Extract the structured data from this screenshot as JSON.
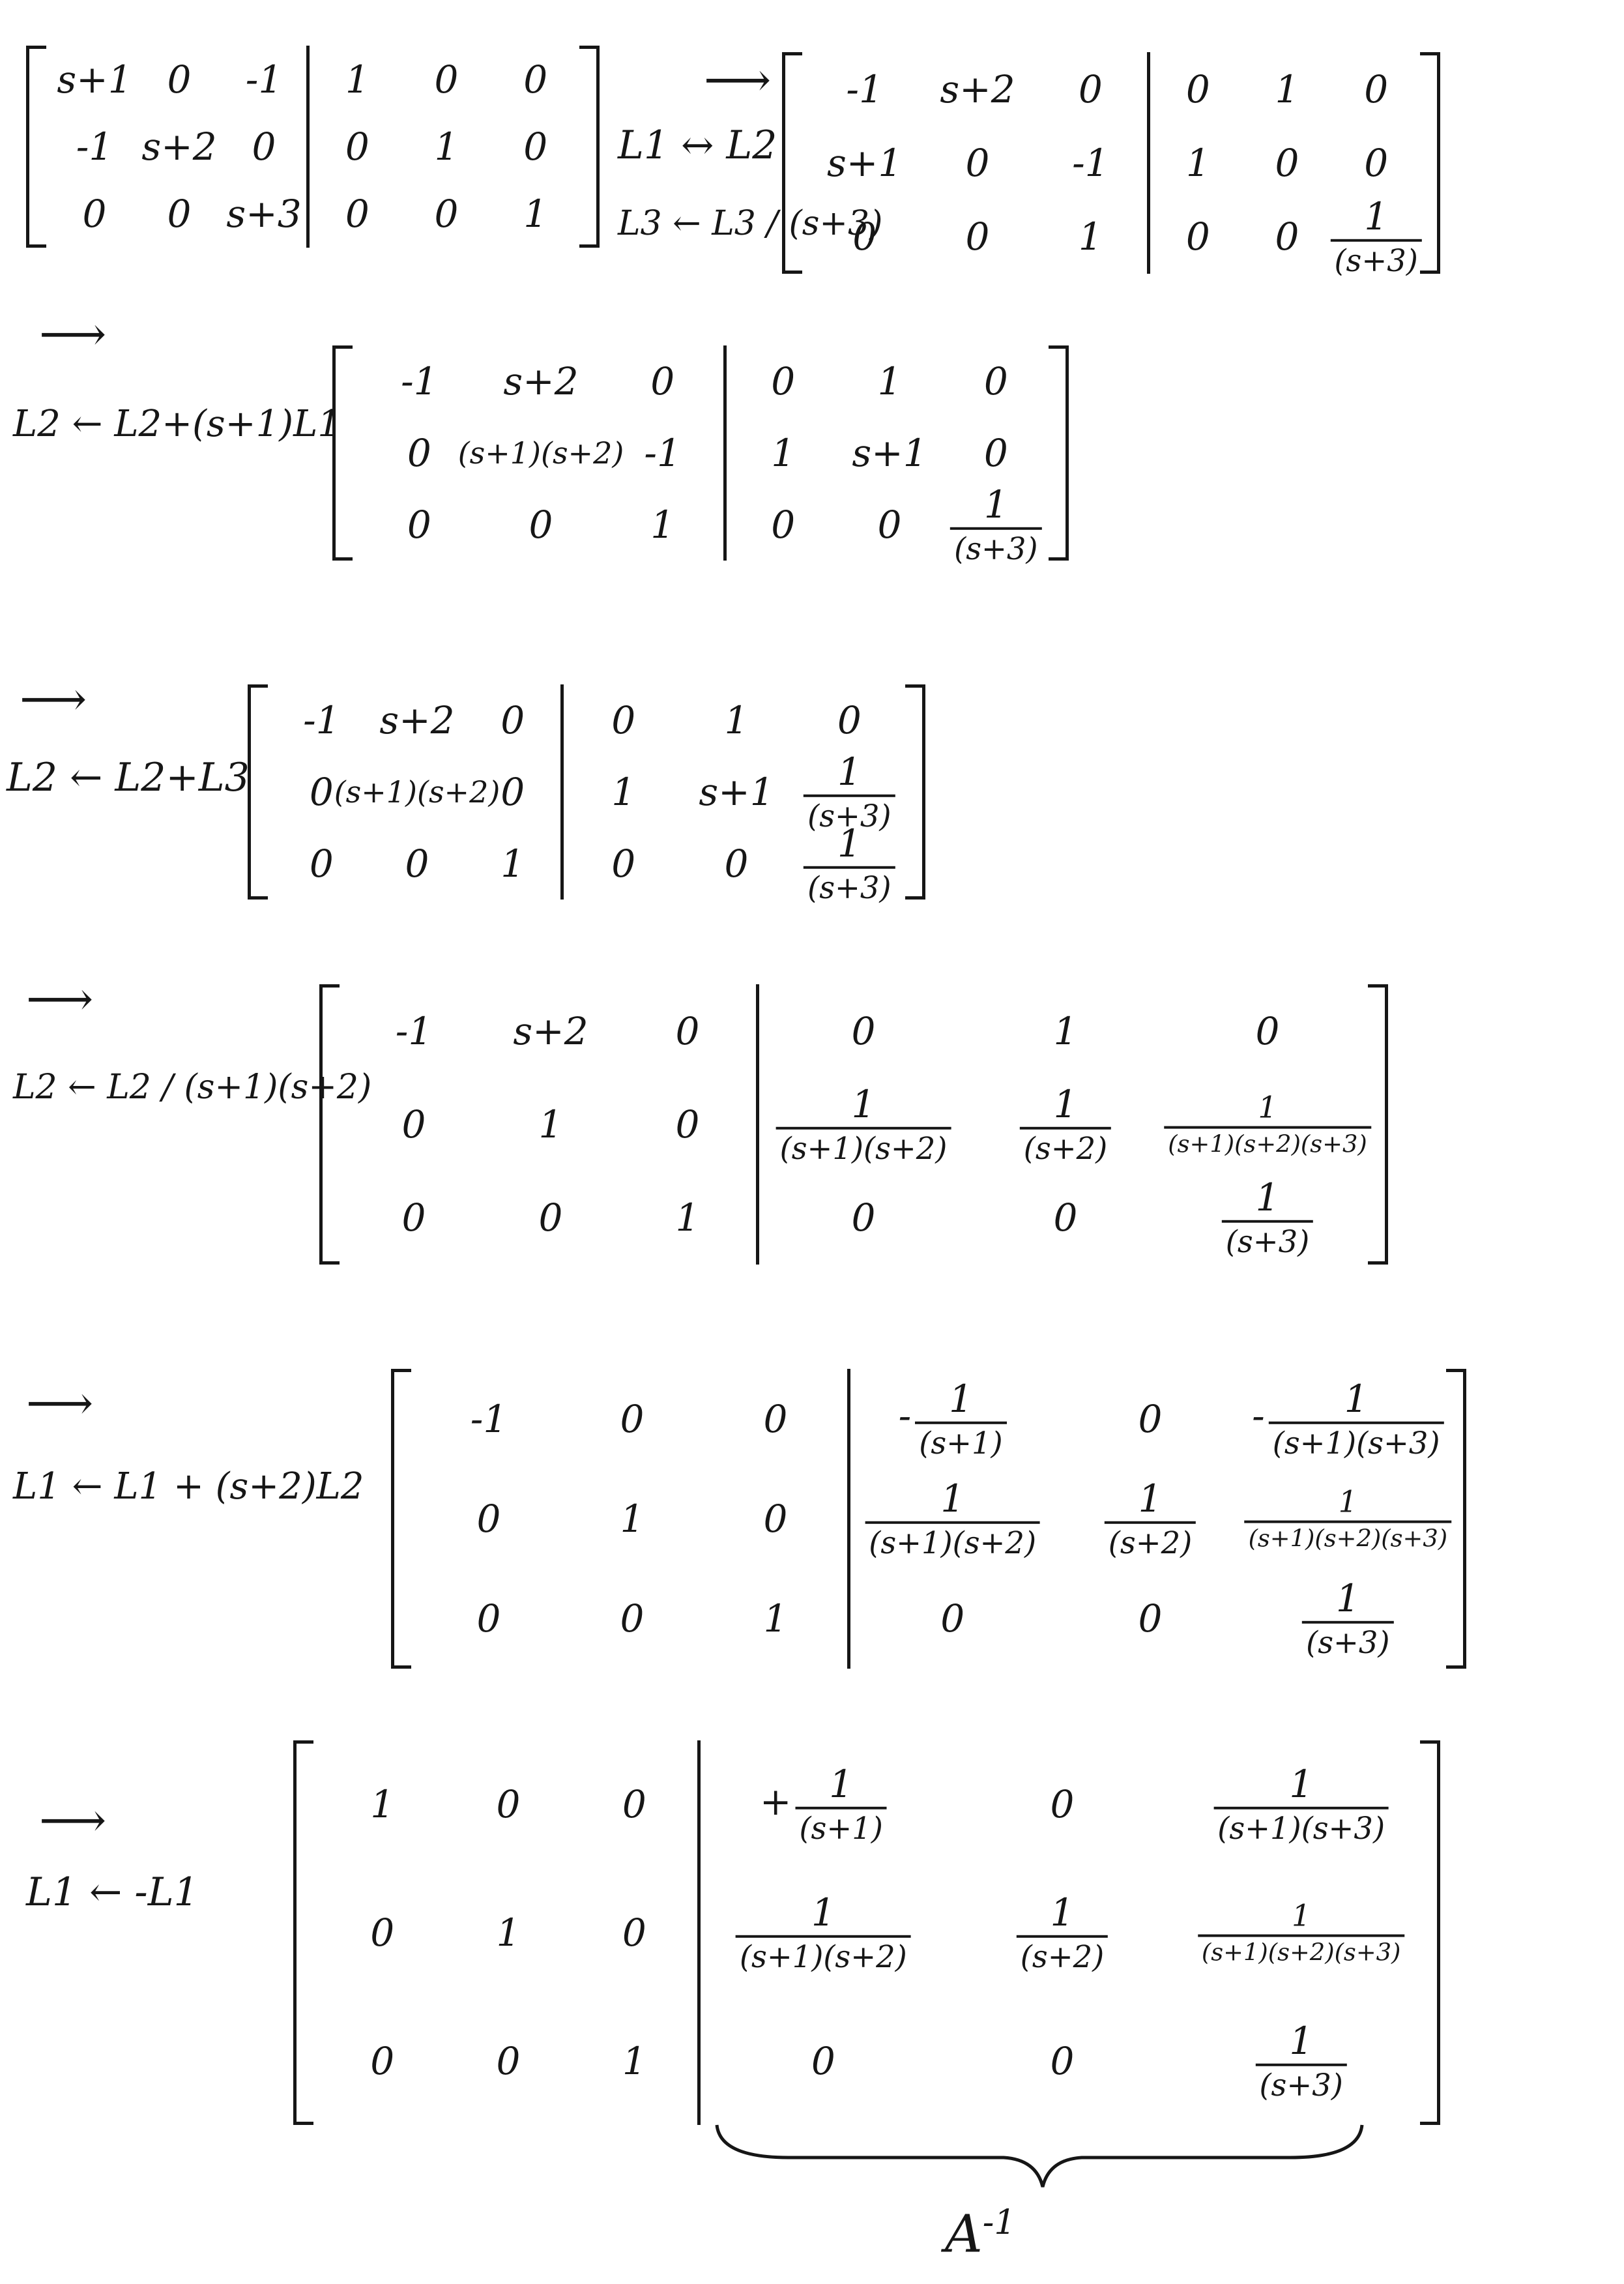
{
  "steps": [
    {
      "op": [],
      "left": [
        [
          "s+1",
          "0",
          "-1"
        ],
        [
          "-1",
          "s+2",
          "0"
        ],
        [
          "0",
          "0",
          "s+3"
        ]
      ],
      "right": [
        [
          "1",
          "0",
          "0"
        ],
        [
          "0",
          "1",
          "0"
        ],
        [
          "0",
          "0",
          "1"
        ]
      ]
    },
    {
      "op": [
        "L1 ↔ L2",
        "L3 ← L3 / (s+3)"
      ],
      "left": [
        [
          "-1",
          "s+2",
          "0"
        ],
        [
          "s+1",
          "0",
          "-1"
        ],
        [
          "0",
          "0",
          "1"
        ]
      ],
      "right": [
        [
          "0",
          "1",
          "0"
        ],
        [
          "1",
          "0",
          "0"
        ],
        [
          "0",
          "0",
          "1/(s+3)"
        ]
      ]
    },
    {
      "op": [
        "L2 ← L2+(s+1)L1"
      ],
      "left": [
        [
          "-1",
          "s+2",
          "0"
        ],
        [
          "0",
          "(s+1)(s+2)",
          "-1"
        ],
        [
          "0",
          "0",
          "1"
        ]
      ],
      "right": [
        [
          "0",
          "1",
          "0"
        ],
        [
          "1",
          "s+1",
          "0"
        ],
        [
          "0",
          "0",
          "1/(s+3)"
        ]
      ]
    },
    {
      "op": [
        "L2 ← L2+L3"
      ],
      "left": [
        [
          "-1",
          "s+2",
          "0"
        ],
        [
          "0",
          "(s+1)(s+2)",
          "0"
        ],
        [
          "0",
          "0",
          "1"
        ]
      ],
      "right": [
        [
          "0",
          "1",
          "0"
        ],
        [
          "1",
          "s+1",
          "1/(s+3)"
        ],
        [
          "0",
          "0",
          "1/(s+3)"
        ]
      ]
    },
    {
      "op": [
        "L2 ← L2 / (s+1)(s+2)"
      ],
      "left": [
        [
          "-1",
          "s+2",
          "0"
        ],
        [
          "0",
          "1",
          "0"
        ],
        [
          "0",
          "0",
          "1"
        ]
      ],
      "right": [
        [
          "0",
          "1",
          "0"
        ],
        [
          "1/(s+1)(s+2)",
          "1/(s+2)",
          "1/(s+1)(s+2)(s+3)"
        ],
        [
          "0",
          "0",
          "1/(s+3)"
        ]
      ]
    },
    {
      "op": [
        "L1 ← L1 + (s+2)L2"
      ],
      "left": [
        [
          "-1",
          "0",
          "0"
        ],
        [
          "0",
          "1",
          "0"
        ],
        [
          "0",
          "0",
          "1"
        ]
      ],
      "right": [
        [
          "-1/(s+1)",
          "0",
          "-1/(s+1)(s+3)"
        ],
        [
          "1/(s+1)(s+2)",
          "1/(s+2)",
          "1/(s+1)(s+2)(s+3)"
        ],
        [
          "0",
          "0",
          "1/(s+3)"
        ]
      ]
    },
    {
      "op": [
        "L1 ← -L1"
      ],
      "left": [
        [
          "1",
          "0",
          "0"
        ],
        [
          "0",
          "1",
          "0"
        ],
        [
          "0",
          "0",
          "1"
        ]
      ],
      "right": [
        [
          "+1/(s+1)",
          "0",
          "1/(s+1)(s+3)"
        ],
        [
          "1/(s+1)(s+2)",
          "1/(s+2)",
          "1/(s+1)(s+2)(s+3)"
        ],
        [
          "0",
          "0",
          "1/(s+3)"
        ]
      ]
    }
  ],
  "result_label": "A",
  "result_exponent": "-1",
  "arrow": "⟶",
  "icons": {
    "arrow": "right-arrow-icon",
    "brace": "underbrace-icon"
  }
}
